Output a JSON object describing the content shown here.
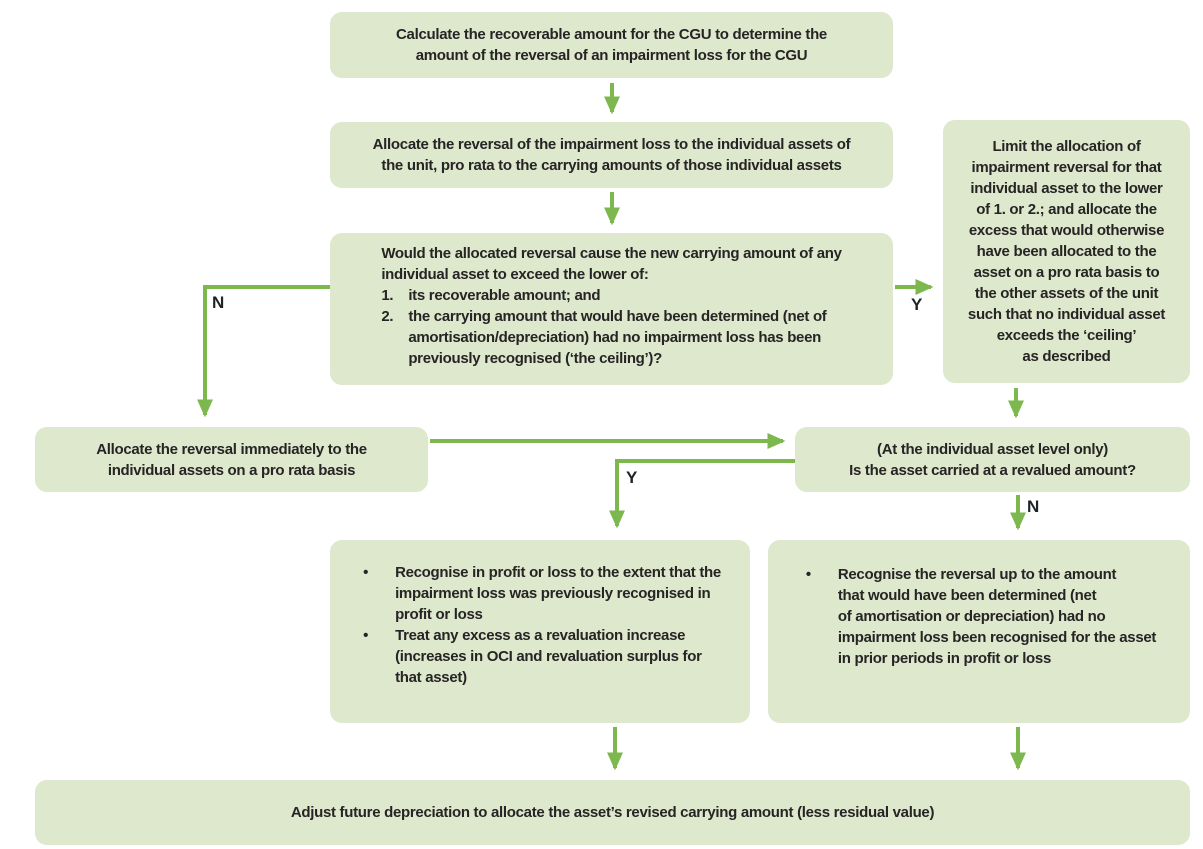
{
  "colors": {
    "box_fill": "#dde8cd",
    "arrow_green": "#7cb84e",
    "text": "#262424"
  },
  "bullet": "•",
  "labels": {
    "ceiling_no": "N",
    "ceiling_yes": "Y",
    "revalued_yes": "Y",
    "revalued_no": "N"
  },
  "boxes": {
    "calculate": "Calculate the recoverable amount for the CGU to determine the\namount of the reversal of an impairment loss for the CGU",
    "allocate": "Allocate the reversal of the impairment loss to the individual assets of\nthe unit, pro rata to the carrying amounts of those individual assets",
    "decision": {
      "intro": "Would the allocated reversal cause the new carrying amount of any\nindividual asset to exceed the lower of:",
      "items": [
        {
          "num": "1.",
          "text": "its recoverable amount; and"
        },
        {
          "num": "2.",
          "text": "the carrying amount that would have been determined (net of\namortisation/depreciation) had no impairment loss has been\npreviously recognised (‘the ceiling’)?"
        }
      ]
    },
    "limit": "Limit the allocation of\nimpairment reversal for that\nindividual asset to the lower\nof 1. or 2.; and allocate the\nexcess that would otherwise\nhave been allocated to the\nasset on a pro rata basis to\nthe other assets of the unit\nsuch that no individual asset\nexceeds the ‘ceiling’\nas described",
    "pro_rata": "Allocate the reversal immediately to the\nindividual assets on a pro rata basis",
    "revalued": {
      "line1": "(At the individual asset level only)",
      "line2": "Is the asset carried at a revalued amount?"
    },
    "revalued_yes_outcome": {
      "items": [
        "Recognise in profit or loss to the extent that the\nimpairment loss was previously recognised in\nprofit or loss",
        "Treat any excess as a revaluation increase\n(increases in OCI and revaluation surplus for\nthat asset)"
      ]
    },
    "revalued_no_outcome": {
      "items": [
        "Recognise the reversal up to the amount\nthat would have been determined (net\nof amortisation or depreciation) had no\nimpairment loss been recognised for the asset\nin prior periods in profit or loss"
      ]
    },
    "adjust": "Adjust future depreciation to allocate the asset’s revised carrying amount (less residual value)"
  }
}
